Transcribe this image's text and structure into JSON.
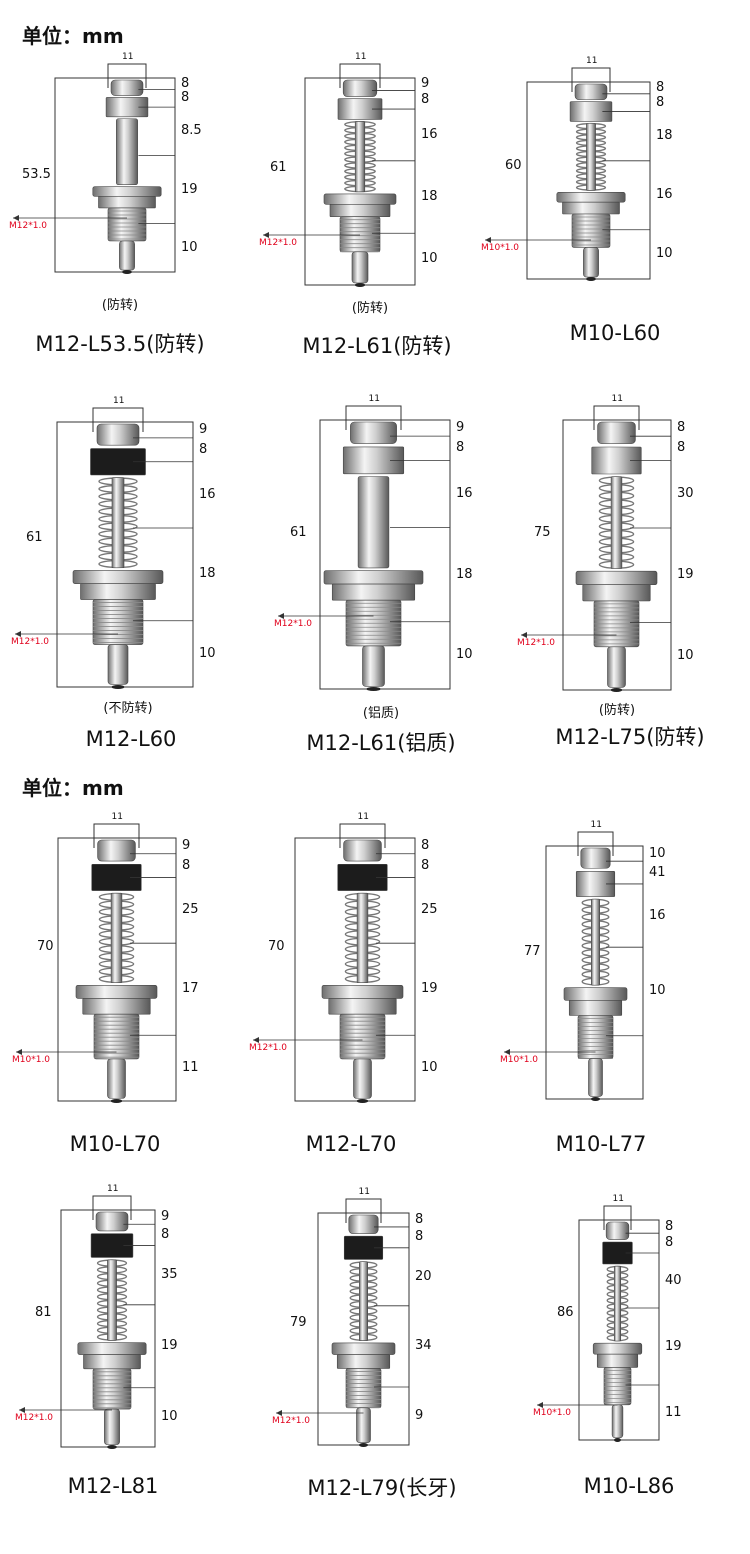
{
  "unit_labels": [
    "单位：mm",
    "单位：mm"
  ],
  "thread_color": "#e0001b",
  "parts": [
    {
      "model": "M12-L53.5(防转)",
      "note": "(防转)",
      "total": "53.5",
      "top_width": "11",
      "thread": "M12*1.0",
      "segments": [
        "8",
        "8",
        "8.5",
        "19",
        "10"
      ],
      "spring": false
    },
    {
      "model": "M12-L61(防转)",
      "note": "(防转)",
      "total": "61",
      "top_width": "11",
      "thread": "M12*1.0",
      "segments": [
        "9",
        "8",
        "16",
        "18",
        "10"
      ],
      "spring": true
    },
    {
      "model": "M10-L60",
      "note": "",
      "total": "60",
      "top_width": "11",
      "thread": "M10*1.0",
      "segments": [
        "8",
        "8",
        "18",
        "16",
        "10"
      ],
      "spring": true
    },
    {
      "model": "M12-L60",
      "note": "(不防转)",
      "total": "61",
      "top_width": "11",
      "thread": "M12*1.0",
      "segments": [
        "9",
        "8",
        "16",
        "18",
        "10"
      ],
      "spring": true
    },
    {
      "model": "M12-L61(铝质)",
      "note": "(铝质)",
      "total": "61",
      "top_width": "11",
      "thread": "M12*1.0",
      "segments": [
        "9",
        "8",
        "16",
        "18",
        "10"
      ],
      "spring": false
    },
    {
      "model": "M12-L75(防转)",
      "note": "(防转)",
      "total": "75",
      "top_width": "11",
      "thread": "M12*1.0",
      "segments": [
        "8",
        "8",
        "30",
        "19",
        "10"
      ],
      "spring": true
    },
    {
      "model": "M10-L70",
      "note": "",
      "total": "70",
      "top_width": "11",
      "thread": "M10*1.0",
      "segments": [
        "9",
        "8",
        "25",
        "17",
        "11"
      ],
      "spring": true
    },
    {
      "model": "M12-L70",
      "note": "",
      "total": "70",
      "top_width": "11",
      "thread": "M12*1.0",
      "segments": [
        "8",
        "8",
        "25",
        "19",
        "10"
      ],
      "spring": true
    },
    {
      "model": "M10-L77",
      "note": "",
      "total": "77",
      "top_width": "11",
      "thread": "M10*1.0",
      "segments": [
        "10",
        "41",
        "16",
        "10"
      ],
      "spring": true
    },
    {
      "model": "M12-L81",
      "note": "",
      "total": "81",
      "top_width": "11",
      "thread": "M12*1.0",
      "segments": [
        "9",
        "8",
        "35",
        "19",
        "10"
      ],
      "spring": true
    },
    {
      "model": "M12-L79(长牙)",
      "note": "",
      "total": "79",
      "top_width": "11",
      "thread": "M12*1.0",
      "segments": [
        "8",
        "8",
        "20",
        "34",
        "9"
      ],
      "spring": true
    },
    {
      "model": "M10-L86",
      "note": "",
      "total": "86",
      "top_width": "11",
      "thread": "M10*1.0",
      "segments": [
        "8",
        "8",
        "40",
        "19",
        "11"
      ],
      "spring": true
    }
  ]
}
